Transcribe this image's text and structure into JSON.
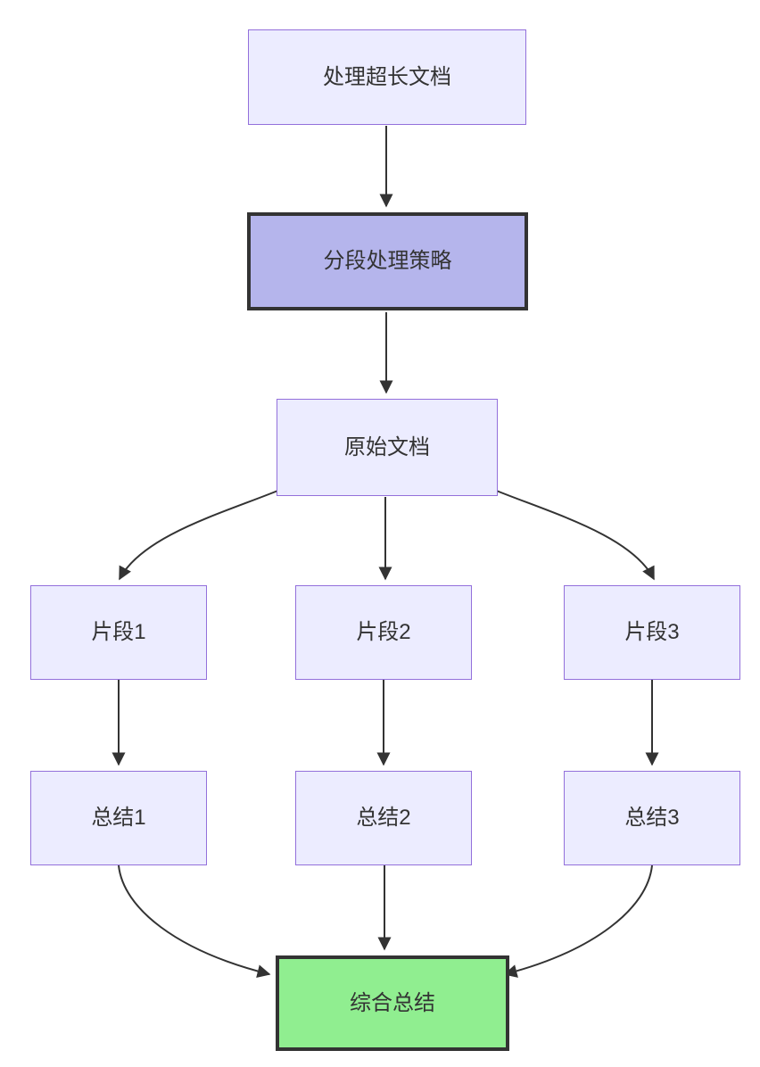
{
  "diagram": {
    "type": "flowchart",
    "direction": "top-down",
    "nodes": {
      "start": {
        "label": "处理超长文档"
      },
      "strategy": {
        "label": "分段处理策略",
        "emphasis": "styled"
      },
      "source": {
        "label": "原始文档"
      },
      "seg1": {
        "label": "片段1"
      },
      "seg2": {
        "label": "片段2"
      },
      "seg3": {
        "label": "片段3"
      },
      "sum1": {
        "label": "总结1"
      },
      "sum2": {
        "label": "总结2"
      },
      "sum3": {
        "label": "总结3"
      },
      "final": {
        "label": "综合总结",
        "emphasis": "styled"
      }
    },
    "edges": [
      {
        "from": "处理超长文档",
        "to": "分段处理策略"
      },
      {
        "from": "分段处理策略",
        "to": "原始文档"
      },
      {
        "from": "原始文档",
        "to": "片段1"
      },
      {
        "from": "原始文档",
        "to": "片段2"
      },
      {
        "from": "原始文档",
        "to": "片段3"
      },
      {
        "from": "片段1",
        "to": "总结1"
      },
      {
        "from": "片段2",
        "to": "总结2"
      },
      {
        "from": "片段3",
        "to": "总结3"
      },
      {
        "from": "总结1",
        "to": "综合总结"
      },
      {
        "from": "总结2",
        "to": "综合总结"
      },
      {
        "from": "总结3",
        "to": "综合总结"
      }
    ],
    "colors": {
      "bg": "#ffffff",
      "node-fill": "#ECECFF",
      "node-border": "#9370DB",
      "strategy-fill": "#b5b5ec",
      "final-fill": "#90EE90",
      "emphasis-border": "#333333",
      "edge": "#333333",
      "text": "#333333"
    }
  }
}
